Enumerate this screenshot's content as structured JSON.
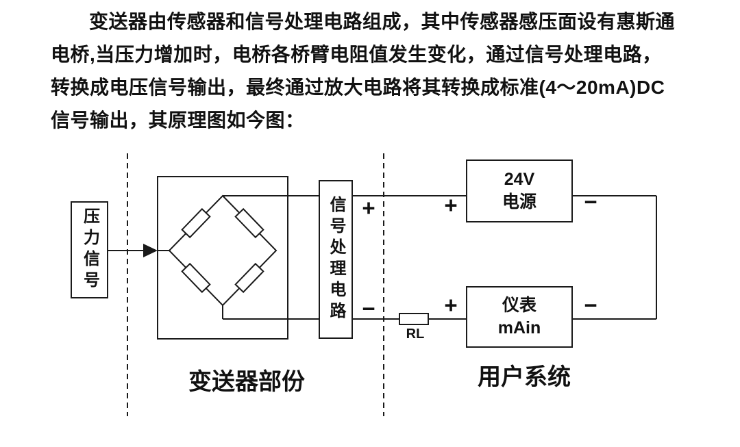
{
  "paragraph": {
    "lines": [
      "变送器由传感器和信号处理电路组成，其中传感器感压面设有惠斯通",
      "电桥,当压力增加时，电桥各桥臂电阻值发生变化，通过信号处理电路，",
      "转换成电压信号输出，最终通过放大电路将其转换成标准(4～20mA)DC",
      "信号输出，其原理图如今图："
    ]
  },
  "diagram": {
    "pressure_box": {
      "label": "压力信号"
    },
    "signal_box": {
      "label": "信号处理电路"
    },
    "power_box": {
      "line1": "24V",
      "line2": "电源"
    },
    "meter_box": {
      "line1": "仪表",
      "line2": "mAin"
    },
    "rl_label": "RL",
    "terminals": {
      "plus": "+",
      "minus": "−"
    },
    "sections": {
      "transmitter": "变送器部份",
      "user_system": "用户系统"
    }
  },
  "colors": {
    "line": "#1a1a1a",
    "text": "#111111",
    "background": "#ffffff"
  }
}
